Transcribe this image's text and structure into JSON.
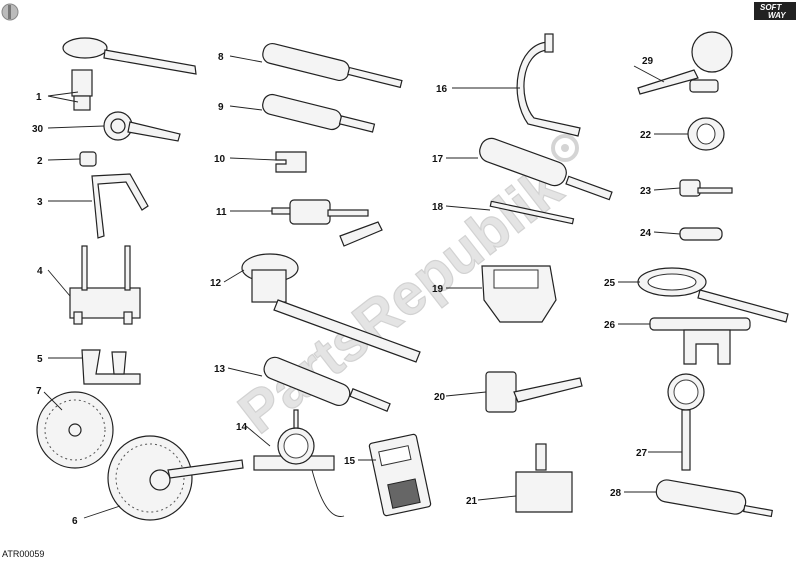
{
  "diagram": {
    "watermark": "PartsRepublik",
    "drawing_code": "ATR00059",
    "brand_top": "SOFT",
    "brand_bottom": "WAY",
    "callouts": [
      "1",
      "2",
      "3",
      "4",
      "5",
      "6",
      "7",
      "8",
      "9",
      "10",
      "11",
      "12",
      "13",
      "14",
      "15",
      "16",
      "17",
      "18",
      "19",
      "20",
      "21",
      "22",
      "23",
      "24",
      "25",
      "26",
      "27",
      "28",
      "29",
      "30"
    ]
  }
}
